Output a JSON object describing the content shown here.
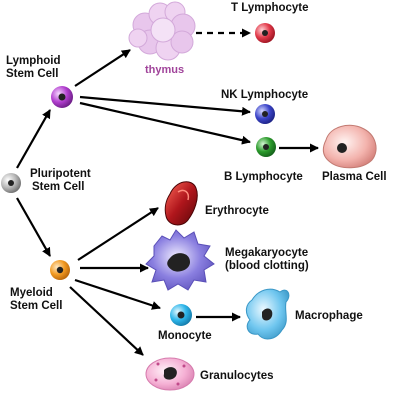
{
  "labels": {
    "pluripotent": [
      "Pluripotent",
      "Stem Cell"
    ],
    "lymphoid": [
      "Lymphoid",
      "Stem Cell"
    ],
    "myeloid": [
      "Myeloid",
      "Stem Cell"
    ],
    "thymus": "thymus",
    "t_lymphocyte": "T Lymphocyte",
    "nk_lymphocyte": "NK Lymphocyte",
    "b_lymphocyte": "B Lymphocyte",
    "plasma_cell": "Plasma Cell",
    "erythrocyte": "Erythrocyte",
    "megakaryocyte": [
      "Megakaryocyte",
      "(blood clotting)"
    ],
    "monocyte": "Monocyte",
    "macrophage": "Macrophage",
    "granulocytes": "Granulocytes"
  },
  "colors": {
    "pluripotent": "#9e9e9e",
    "lymphoid": "#b23fcf",
    "myeloid": "#f29a22",
    "t_lymphocyte": "#e23a4a",
    "nk_lymphocyte": "#3c45c9",
    "b_lymphocyte": "#2b9b2b",
    "plasma_cell": "#f3b3ad",
    "erythrocyte": "#b0161c",
    "megakaryocyte": "#8a7fe0",
    "monocyte": "#2eb6ea",
    "macrophage": "#6fc6ef",
    "granulocytes": "#f5b0d4",
    "thymus": "#e8c6ec",
    "label_thymus": "#a0439a"
  }
}
